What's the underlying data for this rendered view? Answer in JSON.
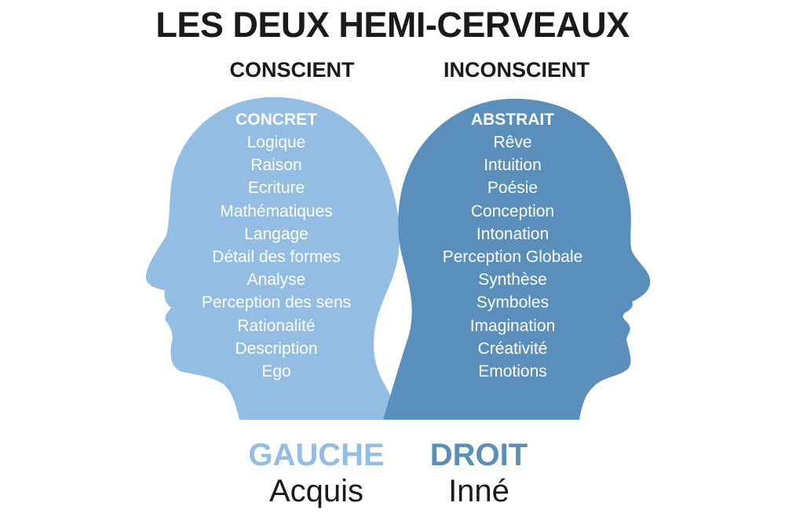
{
  "title": "LES DEUX HEMI-CERVEAUX",
  "colors": {
    "left_hemisphere": "#93bde2",
    "right_hemisphere": "#5a8fbc",
    "text_dark": "#1a1a1a",
    "text_on_head": "#ffffff"
  },
  "left": {
    "mode": "CONSCIENT",
    "heading": "CONCRET",
    "items": [
      "Logique",
      "Raison",
      "Ecriture",
      "Mathématiques",
      "Langage",
      "Détail des formes",
      "Analyse",
      "Perception des sens",
      "Rationalité",
      "Description",
      "Ego"
    ],
    "side_label": "GAUCHE",
    "origin_label": "Acquis"
  },
  "right": {
    "mode": "INCONSCIENT",
    "heading": "ABSTRAIT",
    "items": [
      "Rêve",
      "Intuition",
      "Poésie",
      "Conception",
      "Intonation",
      "Perception Globale",
      "Synthèse",
      "Symboles",
      "Imagination",
      "Créativité",
      "Emotions"
    ],
    "side_label": "DROIT",
    "origin_label": "Inné"
  }
}
